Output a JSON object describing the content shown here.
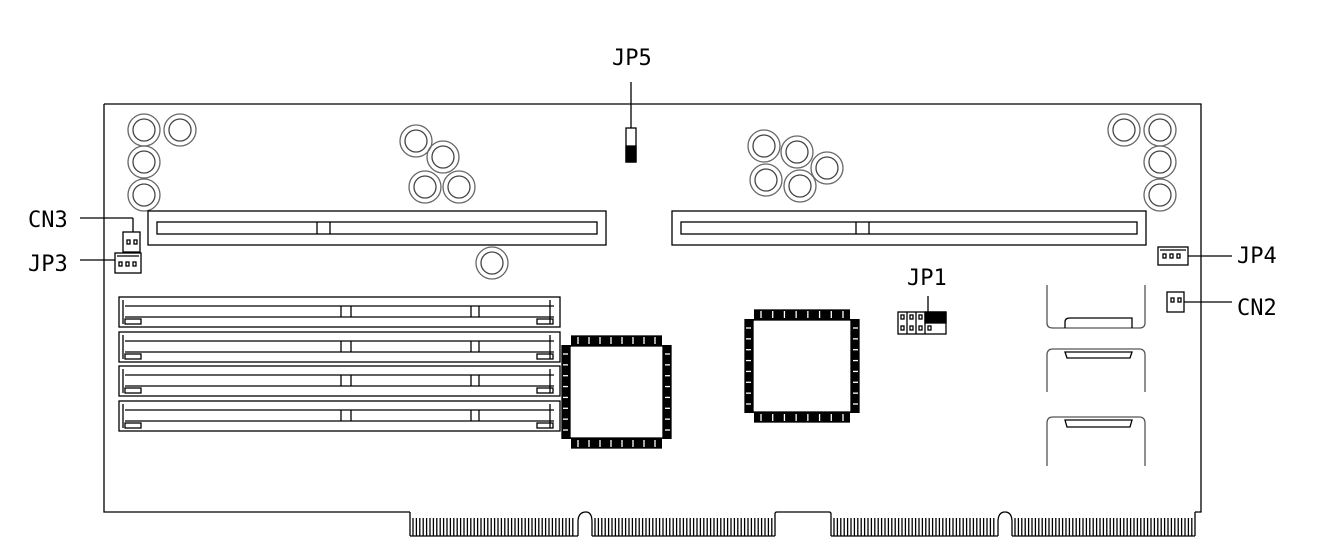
{
  "diagram": {
    "labels": {
      "jp5": "JP5",
      "cn3": "CN3",
      "jp3": "JP3",
      "jp4": "JP4",
      "jp1": "JP1",
      "cn2": "CN2"
    },
    "colors": {
      "line": "#000000",
      "capacitor": "#555555",
      "background": "#ffffff"
    }
  }
}
